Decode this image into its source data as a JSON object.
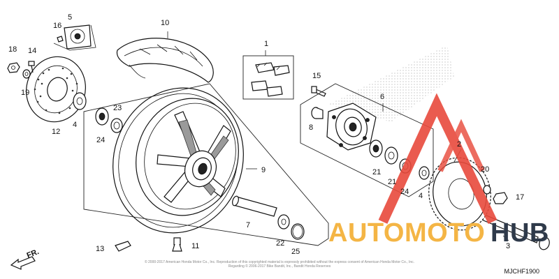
{
  "parts": [
    {
      "id": "p1",
      "label": "1"
    },
    {
      "id": "p2",
      "label": "2"
    },
    {
      "id": "p3",
      "label": "3"
    },
    {
      "id": "p4a",
      "label": "4"
    },
    {
      "id": "p4b",
      "label": "4"
    },
    {
      "id": "p5",
      "label": "5"
    },
    {
      "id": "p6",
      "label": "6"
    },
    {
      "id": "p7",
      "label": "7"
    },
    {
      "id": "p8",
      "label": "8"
    },
    {
      "id": "p9",
      "label": "9"
    },
    {
      "id": "p10",
      "label": "10"
    },
    {
      "id": "p11",
      "label": "11"
    },
    {
      "id": "p12",
      "label": "12"
    },
    {
      "id": "p13",
      "label": "13"
    },
    {
      "id": "p14",
      "label": "14"
    },
    {
      "id": "p15",
      "label": "15"
    },
    {
      "id": "p16",
      "label": "16"
    },
    {
      "id": "p17",
      "label": "17"
    },
    {
      "id": "p18",
      "label": "18"
    },
    {
      "id": "p19",
      "label": "19"
    },
    {
      "id": "p20",
      "label": "20"
    },
    {
      "id": "p21a",
      "label": "21"
    },
    {
      "id": "p21b",
      "label": "21"
    },
    {
      "id": "p22",
      "label": "22"
    },
    {
      "id": "p23",
      "label": "23"
    },
    {
      "id": "p24a",
      "label": "24"
    },
    {
      "id": "p24b",
      "label": "24"
    },
    {
      "id": "p25",
      "label": "25"
    }
  ],
  "direction_arrow": {
    "label": "FR."
  },
  "diagram_code": "MJCHF1900",
  "watermark": {
    "text_a": "AUTOMOTO",
    "text_b": "HUB",
    "color_red": "#e84a3c",
    "color_orange": "#f4b545",
    "color_grey": "#2f3a4a"
  },
  "copyright": "© 2000-2017 American Honda Motor Co., Inc. Reproduction of this copyrighted material is expressly prohibited without the express consent of American Honda Motor Co., Inc.",
  "copyright_2": "Regarding © 2006-2017 Bike Bandit, Inc., Bandit Honda Reserves"
}
